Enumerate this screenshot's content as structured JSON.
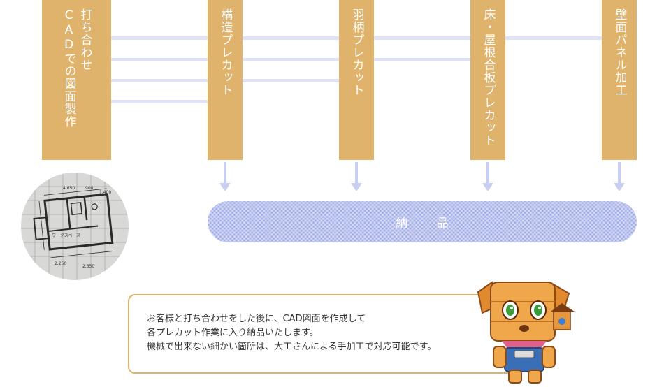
{
  "steps": [
    {
      "label": "打ち合わせ\nCADでの図面製作"
    },
    {
      "label": "構造プレカット"
    },
    {
      "label": "羽柄プレカット"
    },
    {
      "label": "床・屋根合板プレカット"
    },
    {
      "label": "壁面パネル加工"
    }
  ],
  "delivery": {
    "label": "納 品"
  },
  "note": {
    "lines": [
      "お客様と打ち合わせをした後に、CAD図面を作成して",
      "各プレカット作業に入り納品いたします。",
      "機械で出来ない細かい箇所は、大工さんによる手加工で対応可能です。"
    ]
  },
  "photo": {
    "label": "floor-plan-drawing",
    "dims": [
      "4,650",
      "900",
      "1,400",
      "2,250",
      "2,350"
    ],
    "room": "ワークスペース"
  },
  "colors": {
    "column": "#dfb36c",
    "flow_line": "#dfe3f5",
    "delivery": "#9eaae6",
    "arrow": "#c9cff0",
    "note_border": "#dfb36c"
  }
}
